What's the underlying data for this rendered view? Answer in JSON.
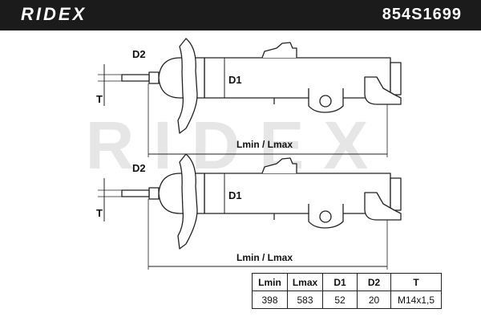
{
  "header": {
    "brand": "RIDEX",
    "part_number": "854S1699"
  },
  "watermark": {
    "text": "RIDEX"
  },
  "drawing": {
    "labels": {
      "d2": "D2",
      "d1": "D1",
      "t": "T",
      "length": "Lmin / Lmax"
    }
  },
  "specs": {
    "headers": [
      "Lmin",
      "Lmax",
      "D1",
      "D2",
      "T"
    ],
    "values": [
      "398",
      "583",
      "52",
      "20",
      "M14x1,5"
    ]
  },
  "colors": {
    "header_bg": "#1b1b1b",
    "line": "#222222",
    "watermark": "#e6e6e6"
  }
}
